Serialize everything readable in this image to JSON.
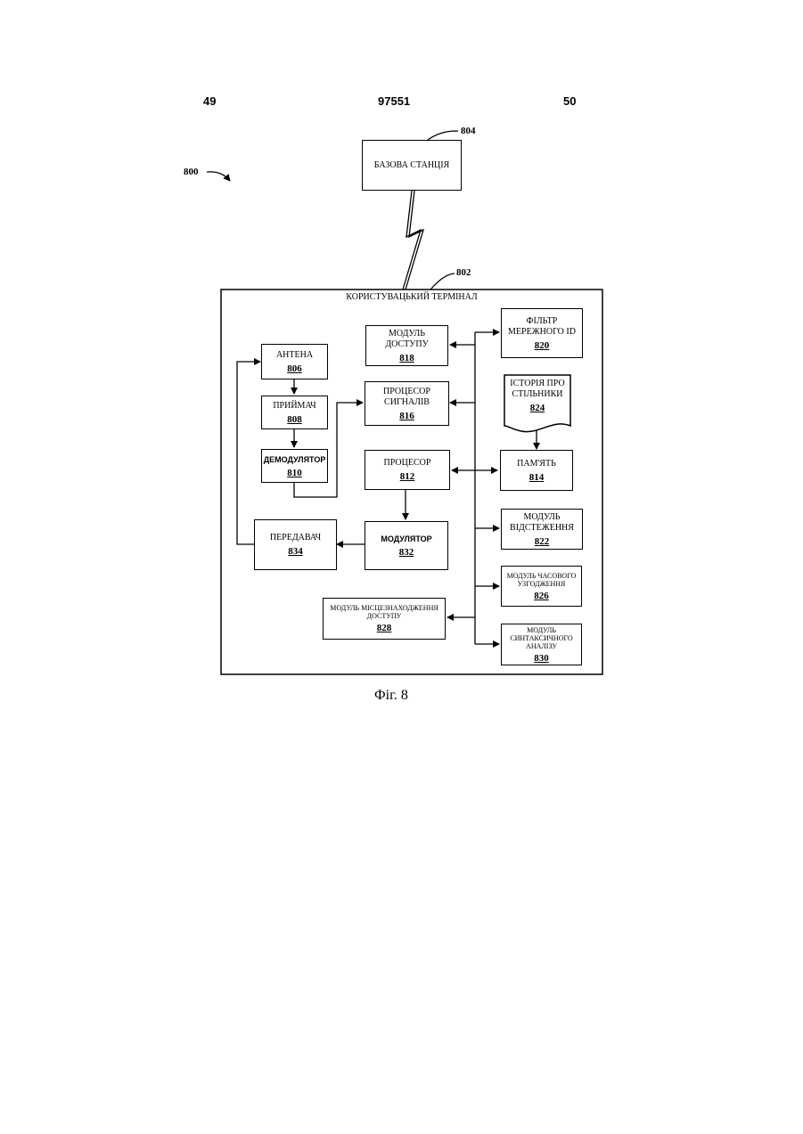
{
  "header": {
    "left_page": "49",
    "doc_number": "97551",
    "right_page": "50"
  },
  "figure_ref": "800",
  "base_station": {
    "label": "БАЗОВА СТАНЦІЯ",
    "ref": "804"
  },
  "terminal": {
    "label": "КОРИСТУВАЦЬКИЙ ТЕРМІНАЛ",
    "ref": "802"
  },
  "blocks": {
    "antenna": {
      "label": "АНТЕНА",
      "num": "806"
    },
    "receiver": {
      "label": "ПРИЙМАЧ",
      "num": "808"
    },
    "demodulator": {
      "label": "ДЕМОДУЛЯТОР",
      "num": "810"
    },
    "transmitter": {
      "label": "ПЕРЕДАВАЧ",
      "num": "834"
    },
    "access": {
      "label": "МОДУЛЬ ДОСТУПУ",
      "num": "818"
    },
    "signal_proc": {
      "label": "ПРОЦЕСОР СИГНАЛІВ",
      "num": "816"
    },
    "processor": {
      "label": "ПРОЦЕСОР",
      "num": "812"
    },
    "modulator": {
      "label": "МОДУЛЯТОР",
      "num": "832"
    },
    "location": {
      "label": "МОДУЛЬ МІСЦЕЗНАХОДЖЕННЯ ДОСТУПУ",
      "num": "828"
    },
    "filter": {
      "label": "ФІЛЬТР МЕРЕЖНОГО ID",
      "num": "820"
    },
    "history": {
      "label": "ІСТОРІЯ ПРО СТІЛЬНИКИ",
      "num": "824"
    },
    "memory": {
      "label": "ПАМ'ЯТЬ",
      "num": "814"
    },
    "tracking": {
      "label": "МОДУЛЬ ВІДСТЕЖЕННЯ",
      "num": "822"
    },
    "timing": {
      "label": "МОДУЛЬ ЧАСОВОГО УЗГОДЖЕННЯ",
      "num": "826"
    },
    "parsing": {
      "label": "МОДУЛЬ СИНТАКСИЧНОГО АНАЛІЗУ",
      "num": "830"
    }
  },
  "caption": "Фіг. 8"
}
